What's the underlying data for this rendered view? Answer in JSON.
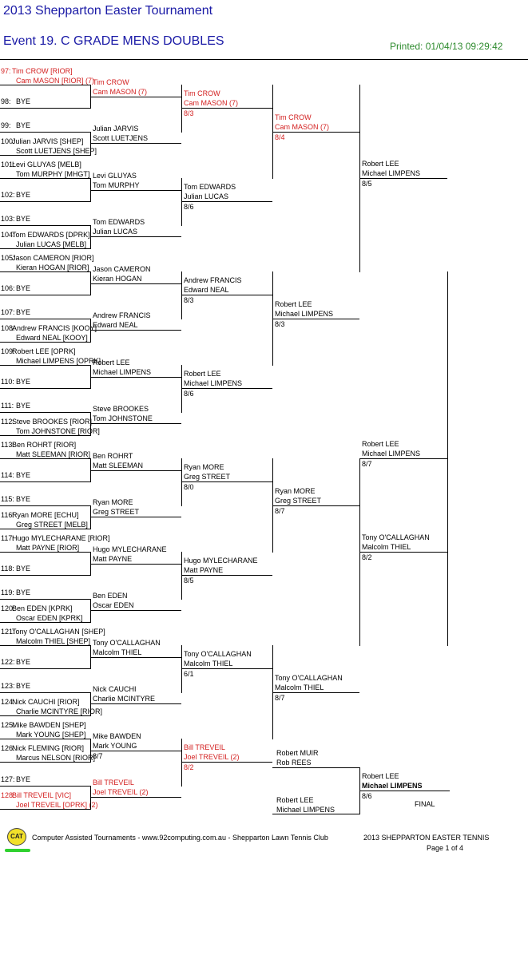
{
  "header": {
    "title": "2013 Shepparton Easter Tournament",
    "event": "Event 19. C GRADE MENS DOUBLES",
    "printed": "Printed: 01/04/13 09:29:42"
  },
  "round1": [
    {
      "seed": "97:",
      "p1": "Tim CROW [RIOR]",
      "p2": "Cam MASON [RIOR] (7)",
      "red": true
    },
    {
      "seed": "98:",
      "p1": "BYE"
    },
    {
      "seed": "99:",
      "p1": "BYE"
    },
    {
      "seed": "100:",
      "p1": "Julian JARVIS [SHEP]",
      "p2": "Scott LUETJENS [SHEP]"
    },
    {
      "seed": "101:",
      "p1": "Levi GLUYAS [MELB]",
      "p2": "Tom MURPHY [MHGT]"
    },
    {
      "seed": "102:",
      "p1": "BYE"
    },
    {
      "seed": "103:",
      "p1": "BYE"
    },
    {
      "seed": "104:",
      "p1": "Tom EDWARDS [DPRK]",
      "p2": "Julian LUCAS [MELB]"
    },
    {
      "seed": "105:",
      "p1": "Jason CAMERON [RIOR]",
      "p2": "Kieran HOGAN [RIOR]"
    },
    {
      "seed": "106:",
      "p1": "BYE"
    },
    {
      "seed": "107:",
      "p1": "BYE"
    },
    {
      "seed": "108:",
      "p1": "Andrew FRANCIS [KOOY]",
      "p2": "Edward NEAL [KOOY]"
    },
    {
      "seed": "109:",
      "p1": "Robert LEE [OPRK]",
      "p2": "Michael LIMPENS [OPRK]"
    },
    {
      "seed": "110:",
      "p1": "BYE"
    },
    {
      "seed": "111:",
      "p1": "BYE"
    },
    {
      "seed": "112:",
      "p1": "Steve BROOKES [RIOR]",
      "p2": "Tom JOHNSTONE [RIOR]"
    },
    {
      "seed": "113:",
      "p1": "Ben ROHRT [RIOR]",
      "p2": "Matt SLEEMAN [RIOR]"
    },
    {
      "seed": "114:",
      "p1": "BYE"
    },
    {
      "seed": "115:",
      "p1": "BYE"
    },
    {
      "seed": "116:",
      "p1": "Ryan MORE [ECHU]",
      "p2": "Greg STREET [MELB]"
    },
    {
      "seed": "117:",
      "p1": "Hugo MYLECHARANE [RIOR]",
      "p2": "Matt PAYNE [RIOR]"
    },
    {
      "seed": "118:",
      "p1": "BYE"
    },
    {
      "seed": "119:",
      "p1": "BYE"
    },
    {
      "seed": "120:",
      "p1": "Ben EDEN [KPRK]",
      "p2": "Oscar EDEN [KPRK]"
    },
    {
      "seed": "121:",
      "p1": "Tony O'CALLAGHAN [SHEP]",
      "p2": "Malcolm THIEL [SHEP]"
    },
    {
      "seed": "122:",
      "p1": "BYE"
    },
    {
      "seed": "123:",
      "p1": "BYE"
    },
    {
      "seed": "124:",
      "p1": "Nick CAUCHI [RIOR]",
      "p2": "Charlie MCINTYRE [RIOR]"
    },
    {
      "seed": "125:",
      "p1": "Mike BAWDEN [SHEP]",
      "p2": "Mark YOUNG [SHEP]"
    },
    {
      "seed": "126:",
      "p1": "Nick FLEMING [RIOR]",
      "p2": "Marcus NELSON [RIOR]"
    },
    {
      "seed": "127:",
      "p1": "BYE"
    },
    {
      "seed": "128:",
      "p1": "Bill TREVEIL [VIC]",
      "p2": "Joel TREVEIL [OPRK] (2)",
      "red": true
    }
  ],
  "round2": [
    {
      "p1": "Tim CROW",
      "p2": "Cam MASON (7)",
      "red": true
    },
    {
      "p1": "Julian JARVIS",
      "p2": "Scott LUETJENS"
    },
    {
      "p1": "Levi GLUYAS",
      "p2": "Tom MURPHY"
    },
    {
      "p1": "Tom EDWARDS",
      "p2": "Julian LUCAS"
    },
    {
      "p1": "Jason CAMERON",
      "p2": "Kieran HOGAN"
    },
    {
      "p1": "Andrew FRANCIS",
      "p2": "Edward NEAL"
    },
    {
      "p1": "Robert LEE",
      "p2": "Michael LIMPENS"
    },
    {
      "p1": "Steve BROOKES",
      "p2": "Tom JOHNSTONE"
    },
    {
      "p1": "Ben ROHRT",
      "p2": "Matt SLEEMAN"
    },
    {
      "p1": "Ryan MORE",
      "p2": "Greg STREET"
    },
    {
      "p1": "Hugo MYLECHARANE",
      "p2": "Matt PAYNE"
    },
    {
      "p1": "Ben EDEN",
      "p2": "Oscar EDEN"
    },
    {
      "p1": "Tony O'CALLAGHAN",
      "p2": "Malcolm THIEL"
    },
    {
      "p1": "Nick CAUCHI",
      "p2": "Charlie MCINTYRE"
    },
    {
      "p1": "Mike BAWDEN",
      "p2": "Mark YOUNG",
      "score": "8/7"
    },
    {
      "p1": "Bill TREVEIL",
      "p2": "Joel TREVEIL (2)",
      "red": true
    }
  ],
  "round3": [
    {
      "p1": "Tim CROW",
      "p2": "Cam MASON (7)",
      "score": "8/3",
      "red": true
    },
    {
      "p1": "Tom EDWARDS",
      "p2": "Julian LUCAS",
      "score": "8/6"
    },
    {
      "p1": "Andrew FRANCIS",
      "p2": "Edward NEAL",
      "score": "8/3"
    },
    {
      "p1": "Robert LEE",
      "p2": "Michael LIMPENS",
      "score": "8/6"
    },
    {
      "p1": "Ryan MORE",
      "p2": "Greg STREET",
      "score": "8/0"
    },
    {
      "p1": "Hugo MYLECHARANE",
      "p2": "Matt PAYNE",
      "score": "8/5"
    },
    {
      "p1": "Tony O'CALLAGHAN",
      "p2": "Malcolm THIEL",
      "score": "6/1"
    },
    {
      "p1": "Bill TREVEIL",
      "p2": "Joel TREVEIL (2)",
      "score": "8/2",
      "red": true
    }
  ],
  "round4": [
    {
      "p1": "Tim CROW",
      "p2": "Cam MASON (7)",
      "score": "8/4",
      "red": true
    },
    {
      "p1": "Robert LEE",
      "p2": "Michael LIMPENS",
      "score": "8/3"
    },
    {
      "p1": "Ryan MORE",
      "p2": "Greg STREET",
      "score": "8/7"
    },
    {
      "p1": "Tony O'CALLAGHAN",
      "p2": "Malcolm THIEL",
      "score": "8/7"
    }
  ],
  "round5": [
    {
      "p1": "Robert LEE",
      "p2": "Michael LIMPENS",
      "score": "8/5"
    },
    {
      "p1": "Tony O'CALLAGHAN",
      "p2": "Malcolm THIEL",
      "score": "8/2"
    }
  ],
  "round6": [
    {
      "p1": "Robert LEE",
      "p2": "Michael LIMPENS",
      "score": "8/7"
    }
  ],
  "final": {
    "top_p1": "Robert MUIR",
    "top_p2": "Rob REES",
    "bot_p1": "Robert LEE",
    "bot_p2": "Michael LIMPENS",
    "win_p1": "Robert LEE",
    "win_p2": "Michael LIMPENS",
    "win_score": "8/6",
    "label": "FINAL"
  },
  "footer": {
    "logo": "CAT",
    "text": "Computer Assisted Tournaments - www.92computing.com.au -  Shepparton Lawn Tennis Club",
    "right": "2013 SHEPPARTON EASTER TENNIS",
    "page": "Page 1 of 4"
  }
}
